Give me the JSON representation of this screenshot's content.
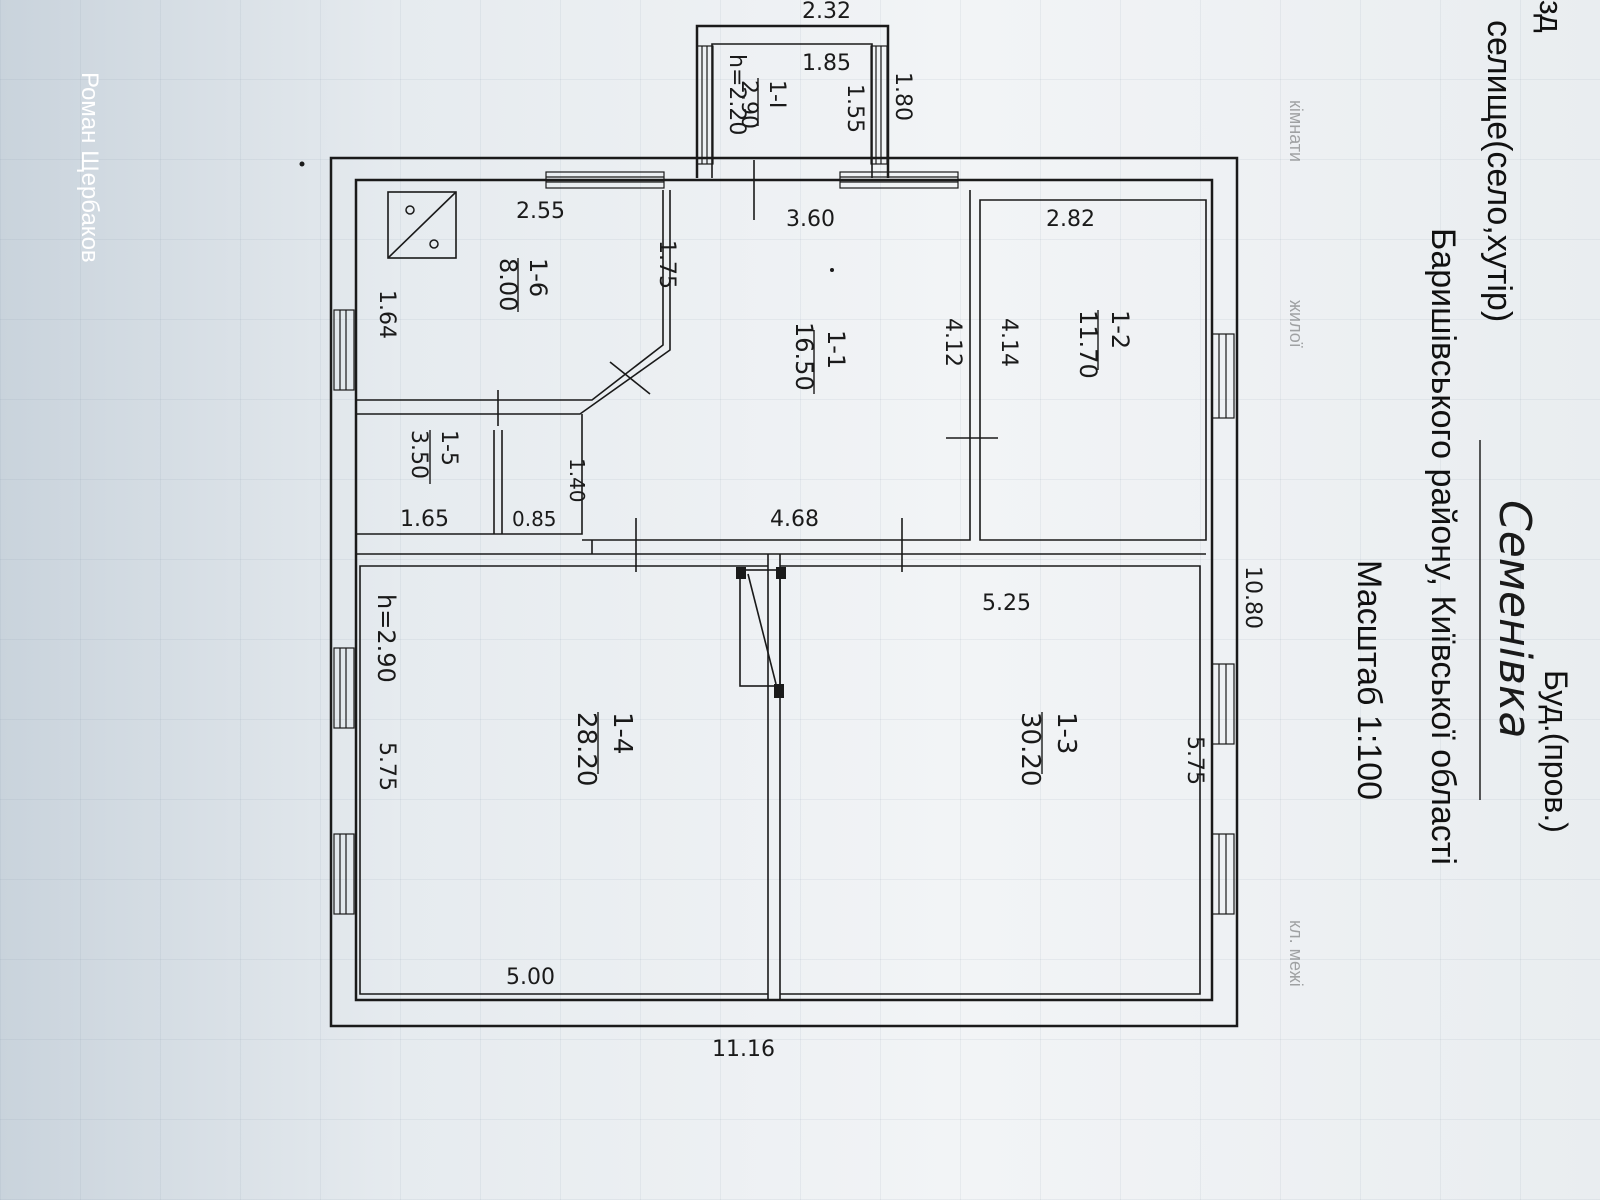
{
  "header": {
    "settlement_type": "селище(село,хутір)",
    "settlement_name_handwritten": "Семенівка",
    "district": "Баришівського району, Київської області",
    "scale": "Масштаб 1:100",
    "top_fragment_left": "зд",
    "top_fragment_right": "Буд.(пров.)"
  },
  "watermark": "Роман Щербаков",
  "rooms": [
    {
      "id": "1-1",
      "area": "16.50"
    },
    {
      "id": "1-2",
      "area": "11.70"
    },
    {
      "id": "1-3",
      "area": "30.20"
    },
    {
      "id": "1-4",
      "area": "28.20"
    },
    {
      "id": "1-5",
      "area": "3.50"
    },
    {
      "id": "1-6",
      "area": "8.00"
    },
    {
      "id": "1-I",
      "area": "2.90"
    }
  ],
  "dimensions": {
    "porch_outer_width": "2.32",
    "porch_inner_width": "1.85",
    "porch_depth_outer": "1.80",
    "porch_depth_inner": "1.55",
    "porch_height": "h=2.20",
    "kitchen_width": "2.55",
    "kitchen_depth": "1.75",
    "kitchen_side": "1.64",
    "hall_width": "3.60",
    "hall_depth": "4.12",
    "room2_width": "2.82",
    "room2_depth": "4.14",
    "storage_width": "1.65",
    "storage_depth": "1.40",
    "closet_width": "0.85",
    "corridor_length": "4.68",
    "room3_width": "5.25",
    "overall_depth": "10.80",
    "room4_height": "h=2.90",
    "room4_depth": "5.75",
    "room3_depth": "5.75",
    "room4_width": "5.00",
    "overall_length": "11.16"
  },
  "bg_printed_text": [
    "Семенівка",
    "кл. межі",
    "кімнати",
    "жилої"
  ],
  "colors": {
    "ink": "#1a1a1a",
    "paper": "#eef1f4",
    "pen": "#4a4a55"
  }
}
